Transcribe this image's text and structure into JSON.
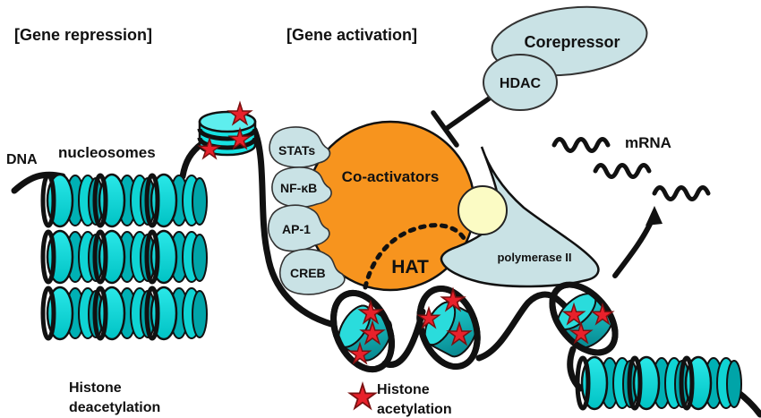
{
  "figure": "Histone acetylation / deacetylation gene regulation diagram",
  "labels": {
    "gene_repression": "[Gene repression]",
    "gene_activation": "[Gene activation]",
    "corepressor": "Corepressor",
    "hdac": "HDAC",
    "dna": "DNA",
    "nucleosomes": "nucleosomes",
    "stats": "STATs",
    "nfkb": "NF-κB",
    "ap1": "AP-1",
    "creb": "CREB",
    "coactivators": "Co-activators",
    "hat": "HAT",
    "polymerase": "polymerase II",
    "mrna": "mRNA",
    "histone_deacetylation_line1": "Histone",
    "histone_deacetylation_line2": "deacetylation",
    "histone_acetylation_line1": "Histone",
    "histone_acetylation_line2": "acetylation"
  },
  "colors": {
    "nucleosome_cyan": "#17E2E2",
    "nucleosome_teal": "#00B0B4",
    "nucleosome_dark_teal": "#067F88",
    "protein_pale_blue": "#C9E2E5",
    "coactivator_orange": "#F7941E",
    "polymerase_subunit_yellow": "#FBFBC4",
    "acetyl_star_red": "#E8212B",
    "dna_strand_black": "#111111",
    "background": "#FFFFFF"
  }
}
